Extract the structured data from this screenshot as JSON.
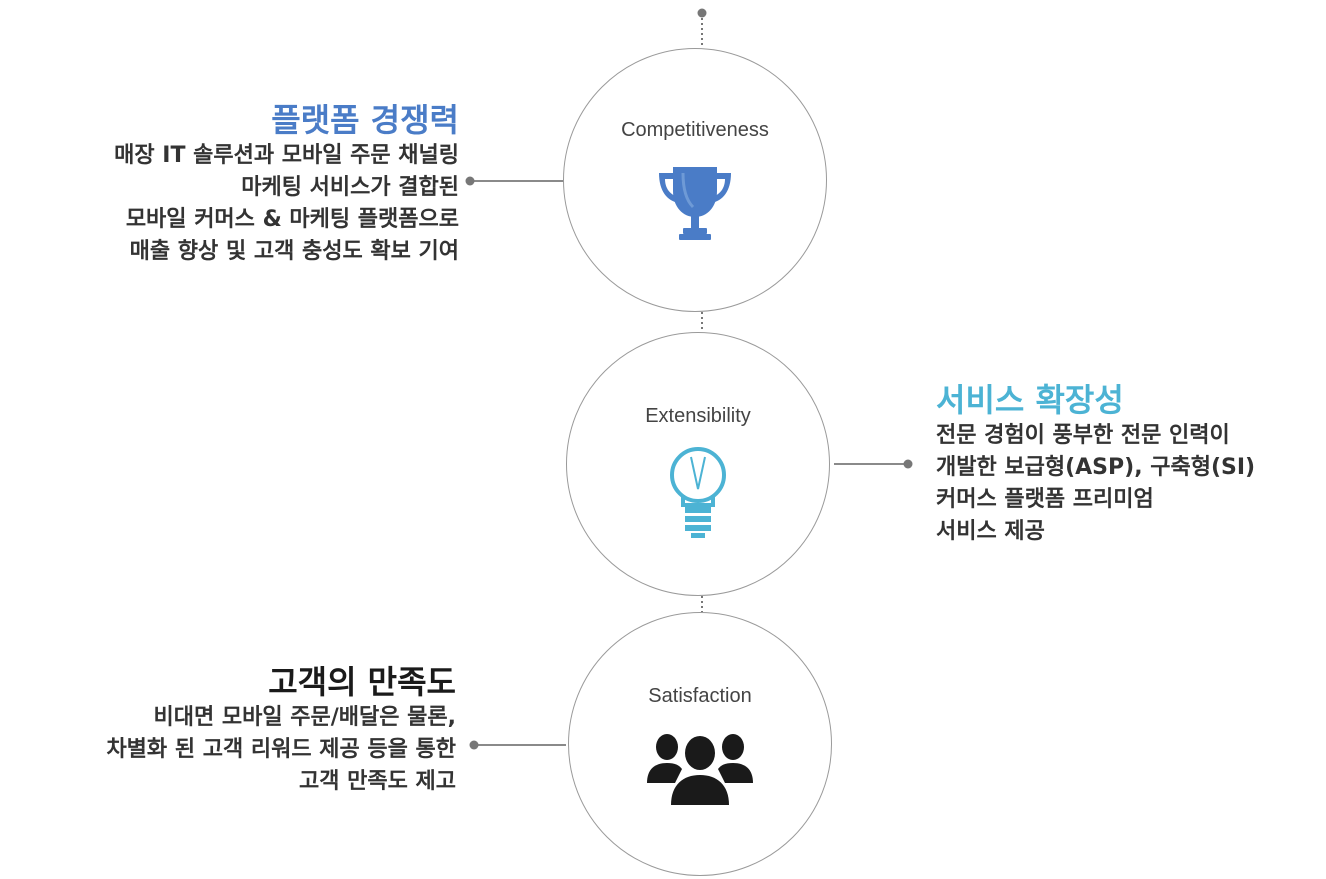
{
  "colors": {
    "competitiveness_accent": "#4a7cc7",
    "extensibility_accent": "#4cb3d4",
    "satisfaction_accent": "#1a1a1a",
    "connector_line": "#9a9a9a",
    "dot": "#777777"
  },
  "nodes": [
    {
      "label": "Competitiveness",
      "icon": "trophy-icon"
    },
    {
      "label": "Extensibility",
      "icon": "lightbulb-icon"
    },
    {
      "label": "Satisfaction",
      "icon": "people-group-icon"
    }
  ],
  "blocks": {
    "competitiveness": {
      "title": "플랫폼 경쟁력",
      "lines": [
        "매장 IT 솔루션과 모바일 주문 채널링",
        "마케팅 서비스가 결합된",
        "모바일 커머스 & 마케팅 플랫폼으로",
        "매출 향상 및 고객 충성도 확보 기여"
      ]
    },
    "extensibility": {
      "title": "서비스 확장성",
      "lines": [
        "전문 경험이 풍부한 전문 인력이",
        "개발한 보급형(ASP), 구축형(SI)",
        "커머스 플랫폼 프리미엄",
        "서비스 제공"
      ]
    },
    "satisfaction": {
      "title": "고객의 만족도",
      "lines": [
        "비대면 모바일 주문/배달은 물론,",
        "차별화 된 고객 리워드 제공 등을 통한",
        "고객 만족도 제고"
      ]
    }
  }
}
